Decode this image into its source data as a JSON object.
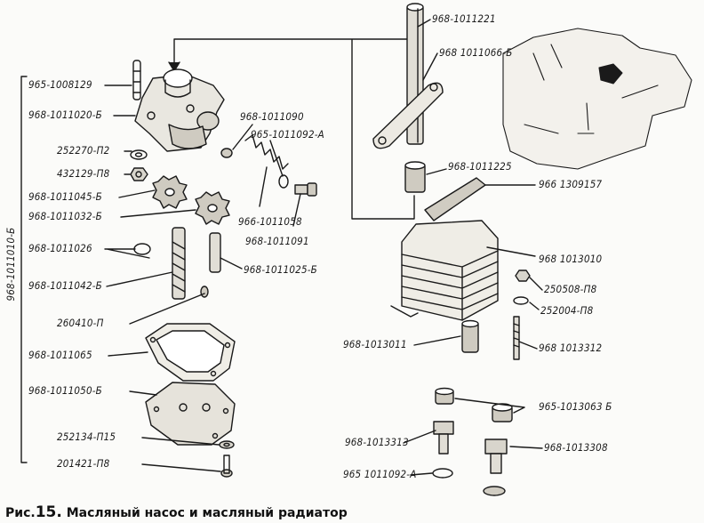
{
  "figure": {
    "caption_prefix": "Рис.",
    "caption_number": "15.",
    "caption_text": "Масляный насос и масляный радиатор",
    "assembly_label": "968-1011010-Б"
  },
  "labels": {
    "l1": "965-1008129",
    "l2": "968-1011020-Б",
    "l3": "252270-П2",
    "l4": "432129-П8",
    "l5": "968-1011045-Б",
    "l6": "968-1011032-Б",
    "l7": "968-1011026",
    "l8": "968-1011042-Б",
    "l9": "260410-П",
    "l10": "968-1011065",
    "l11": "968-1011050-Б",
    "l12": "252134-П15",
    "l13": "201421-П8",
    "l14": "968-1011090",
    "l15": "965-1011092-А",
    "l16": "966-1011058",
    "l17": "968-1011091",
    "l18": "968-1011025-Б",
    "l19": "968-1011221",
    "l20": "968 1011066-Б",
    "l21": "968-1011225",
    "l22": "966 1309157",
    "l23": "968 1013010",
    "l24": "250508-П8",
    "l25": "252004-П8",
    "l26": "968-1013011",
    "l27": "968 1013312",
    "l28": "965-1013063 Б",
    "l29": "968-1013313",
    "l30": "968-1013308",
    "l31": "965 1011092-А"
  }
}
